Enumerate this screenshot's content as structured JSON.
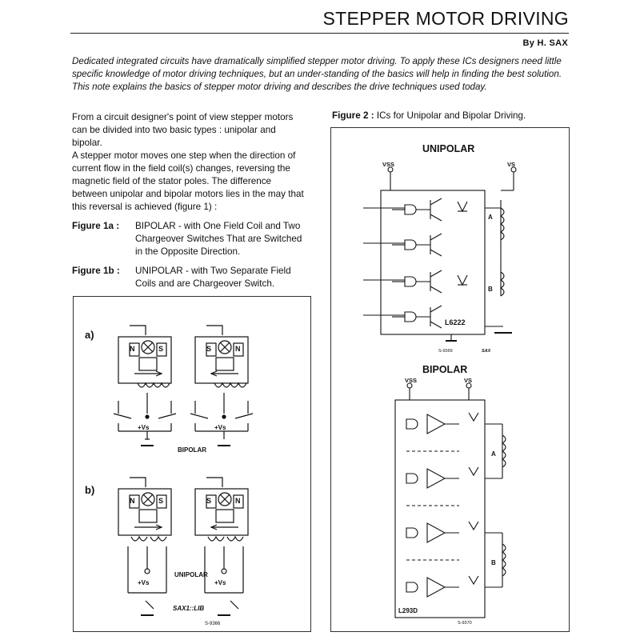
{
  "title": "STEPPER MOTOR DRIVING",
  "author": "By H. SAX",
  "intro": "Dedicated integrated circuits have dramatically simplified stepper motor driving. To apply these ICs designers need little specific knowledge of motor driving techniques, but an under-standing of the basics will help in finding the best solution. This note explains the basics of stepper motor driving and describes the drive techniques used today.",
  "para1": "From a circuit designer's point of view stepper motors can be divided into two basic types : unipolar and bipolar.",
  "para2": "A stepper motor moves one step when the direction of current flow in the field coil(s) changes, reversing the magnetic field of the stator poles. The difference between unipolar and bipolar motors lies in the may that this reversal is achieved (figure 1) :",
  "fig1a": {
    "label": "Figure 1a :",
    "text": "BIPOLAR - with One Field Coil and Two Chargeover Switches That are Switched in the Opposite Direction."
  },
  "fig1b": {
    "label": "Figure 1b :",
    "text": "UNIPOLAR - with Two Separate Field Coils and are Chargeover Switch."
  },
  "fig2": {
    "label": "Figure 2 :",
    "text": "ICs for Unipolar and Bipolar Driving."
  },
  "figure1": {
    "a_label": "a)",
    "b_label": "b)",
    "bipolar_label": "BIPOLAR",
    "unipolar_label": "UNIPOLAR",
    "pole_n": "N",
    "pole_s": "S",
    "vs": "+Vs",
    "footer": "SAX1::LIB",
    "code": "S-9366"
  },
  "figure2": {
    "unipolar_title": "UNIPOLAR",
    "bipolar_title": "BIPOLAR",
    "vss": "VSS",
    "vs": "VS",
    "coil_a": "A",
    "coil_b": "B",
    "chip1": "L6222",
    "chip2": "L293D",
    "code1": "S-9369",
    "author_code": "SAX",
    "code2": "S-9370"
  }
}
